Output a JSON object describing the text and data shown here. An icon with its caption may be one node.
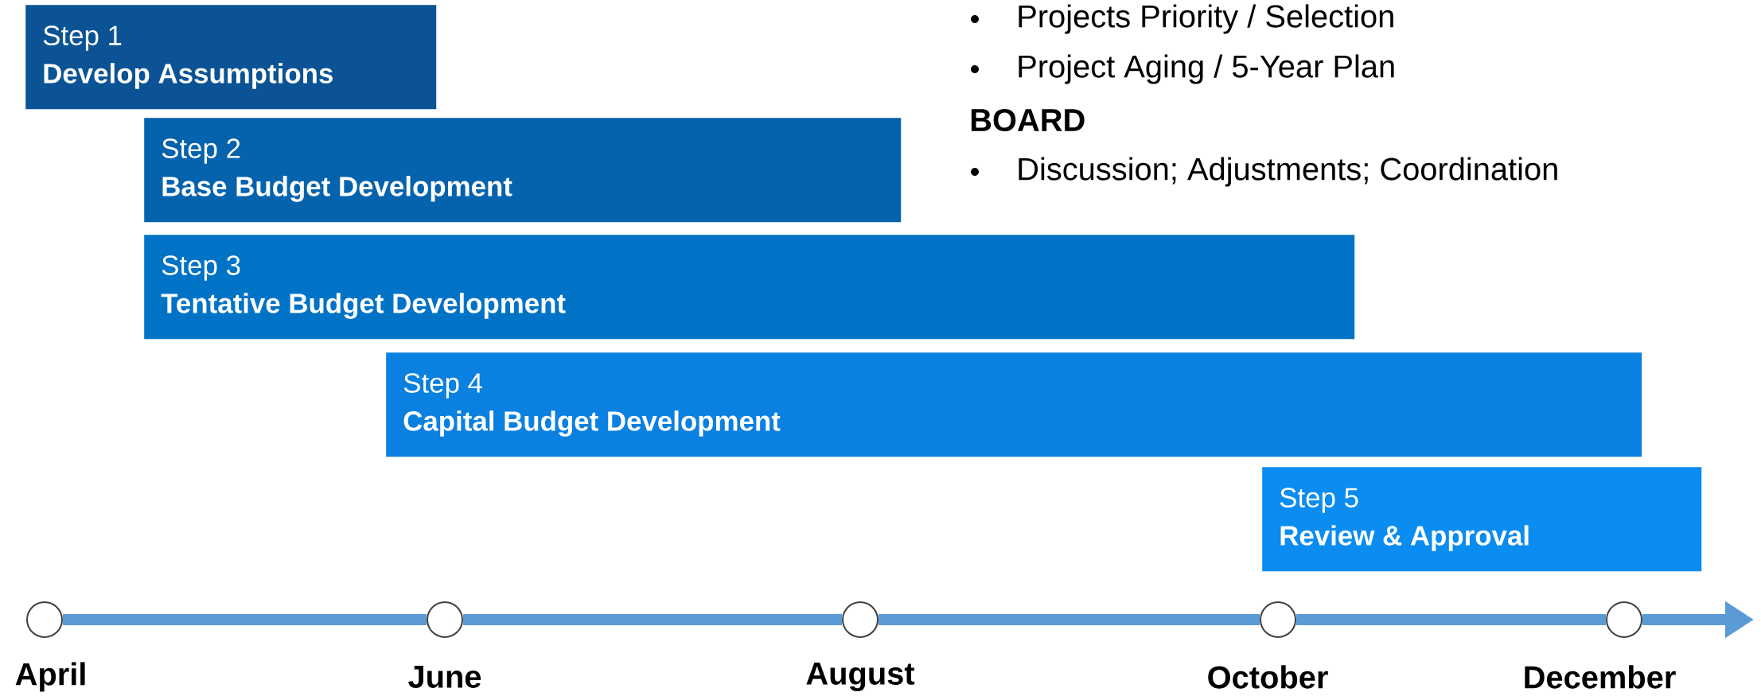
{
  "diagram": {
    "nodes": [
      {
        "text": [
          "Step 1",
          "Develop Assumptions"
        ]
      },
      {
        "text": [
          "Step 2",
          "Base Budget Development"
        ]
      },
      {
        "text": [
          "Step 3",
          "Tentative Budget Development"
        ]
      },
      {
        "text": [
          "Step 4",
          "Capital Budget Development"
        ]
      },
      {
        "text": [
          "Step 5",
          "Review & Approval"
        ]
      },
      {
        "text": [],
        "shape": "circle"
      },
      {
        "text": [],
        "shape": "circle"
      },
      {
        "text": [],
        "shape": "circle"
      },
      {
        "text": [],
        "shape": "circle"
      },
      {
        "text": [],
        "shape": "circle"
      }
    ],
    "edges": [
      {
        "from": 5,
        "to": 6,
        "arrow": "none"
      },
      {
        "from": 6,
        "to": 7,
        "arrow": "none"
      },
      {
        "from": 7,
        "to": 8,
        "arrow": "none"
      },
      {
        "from": 8,
        "to": 9,
        "arrow": "none"
      },
      {
        "from": 9,
        "to": null,
        "arrow": "to"
      }
    ],
    "labels": [
      "Projects Priority / Selection",
      "Project Aging / 5-Year Plan",
      "BOARD",
      "Discussion; Adjustments; Coordination",
      "April",
      "June",
      "August",
      "October",
      "December"
    ]
  }
}
